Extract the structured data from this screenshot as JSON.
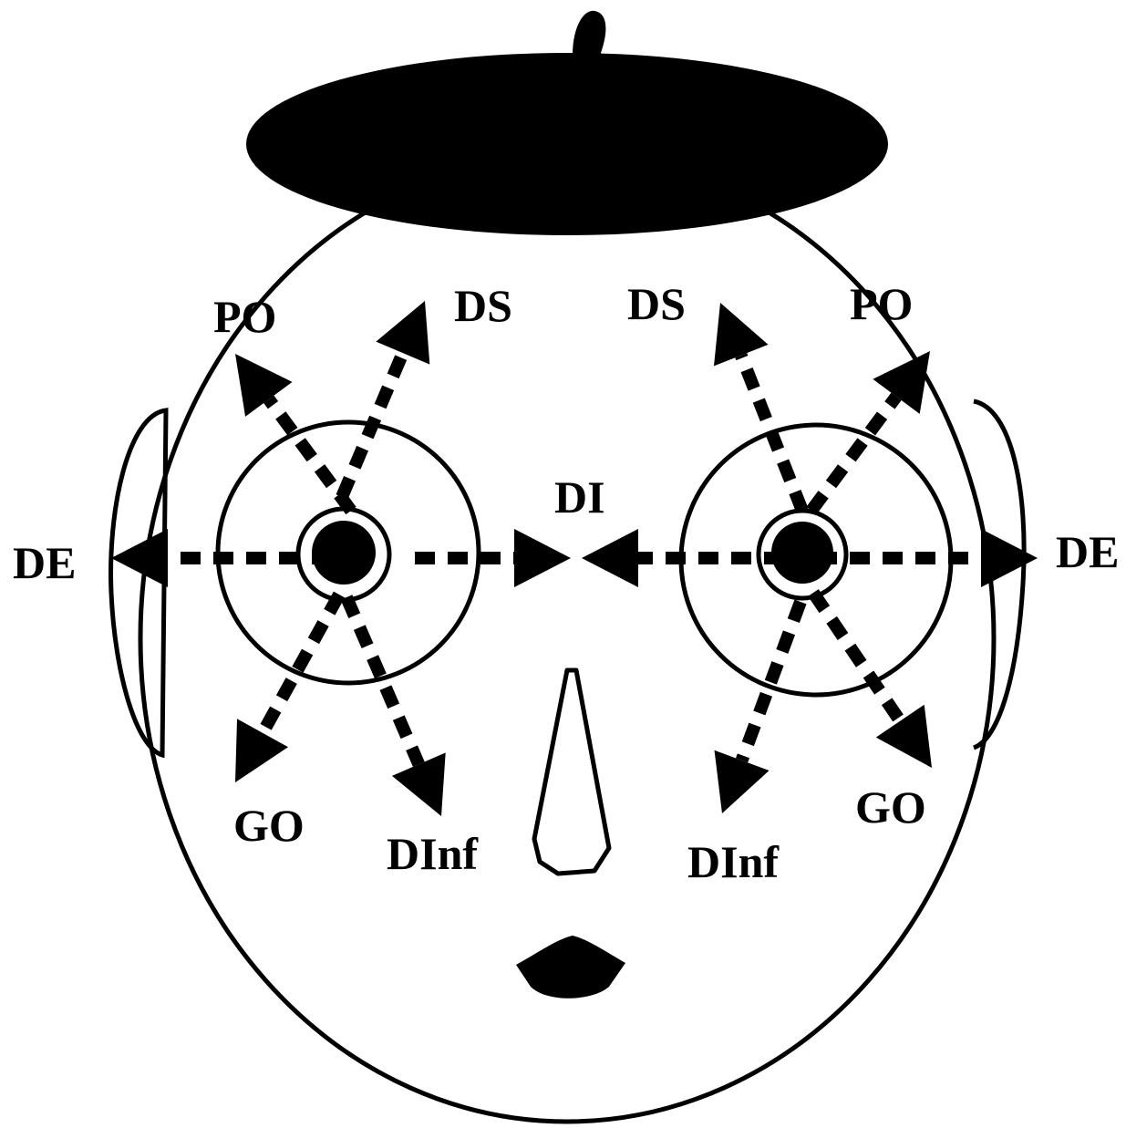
{
  "labels": {
    "left_po": "PO",
    "left_ds": "DS",
    "left_de": "DE",
    "left_go": "GO",
    "left_dinf": "DInf",
    "center_di": "DI",
    "right_ds": "DS",
    "right_po": "PO",
    "right_de": "DE",
    "right_go": "GO",
    "right_dinf": "DInf"
  },
  "colors": {
    "ink": "#000000",
    "background": "#ffffff"
  }
}
